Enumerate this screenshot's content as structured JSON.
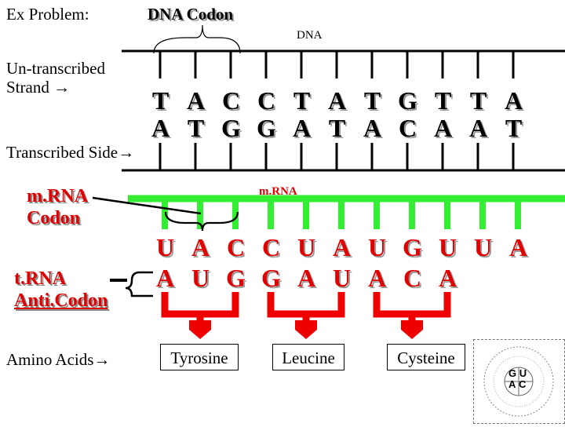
{
  "title": {
    "ex_problem": "Ex Problem:",
    "dna_codon": "DNA Codon"
  },
  "dna_label": "DNA",
  "mrna_label": "m.RNA",
  "left_labels": {
    "untranscribed": [
      "Un-transcribed",
      "Strand →"
    ],
    "transcribed": "Transcribed Side→",
    "mrna_codon": [
      "m.RNA",
      "Codon"
    ],
    "trna_anticodon": [
      "t.RNA",
      "Anti.Codon"
    ],
    "amino_acids": "Amino Acids→"
  },
  "strands": {
    "untranscribed": [
      "T",
      "A",
      "C",
      "C",
      "T",
      "A",
      "T",
      "G",
      "T",
      "T",
      "A"
    ],
    "transcribed": [
      "A",
      "T",
      "G",
      "G",
      "A",
      "T",
      "A",
      "C",
      "A",
      "A",
      "T"
    ],
    "mrna": [
      "U",
      "A",
      "C",
      "C",
      "U",
      "A",
      "U",
      "G",
      "U",
      "U",
      "A"
    ],
    "trna": [
      "A",
      "U",
      "G",
      "G",
      "A",
      "U",
      "A",
      "C",
      "A"
    ]
  },
  "amino_acids": [
    "Tyrosine",
    "Leucine",
    "Cysteine"
  ],
  "colors": {
    "mrna": "#33ee33",
    "amino": "#ee0000",
    "text_red": "#e00000"
  },
  "wheel_center": [
    "G",
    "U",
    "A",
    "C"
  ]
}
